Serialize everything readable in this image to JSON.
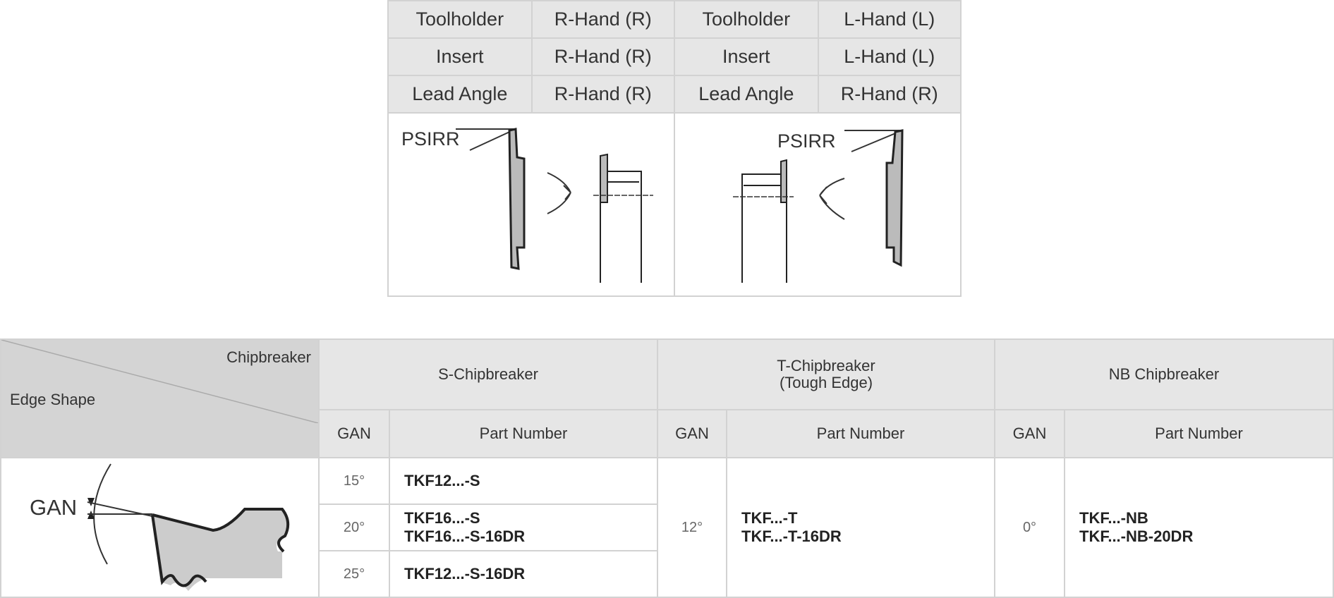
{
  "top_table": {
    "rows": [
      [
        "Toolholder",
        "R-Hand (R)",
        "Toolholder",
        "L-Hand (L)"
      ],
      [
        "Insert",
        "R-Hand (R)",
        "Insert",
        "L-Hand (L)"
      ],
      [
        "Lead Angle",
        "R-Hand (R)",
        "Lead Angle",
        "R-Hand (R)"
      ]
    ],
    "diagram_label": "PSIRR"
  },
  "bottom_table": {
    "corner_top": "Chipbreaker",
    "corner_bottom": "Edge Shape",
    "edge_label": "GAN",
    "groups": [
      "S-Chipbreaker",
      "T-Chipbreaker",
      "(Tough Edge)",
      "NB Chipbreaker"
    ],
    "gan_header": "GAN",
    "part_header": "Part Number",
    "s": [
      {
        "gan": "15°",
        "parts": [
          "TKF12...-S"
        ]
      },
      {
        "gan": "20°",
        "parts": [
          "TKF16...-S",
          "TKF16...-S-16DR"
        ]
      },
      {
        "gan": "25°",
        "parts": [
          "TKF12...-S-16DR"
        ]
      }
    ],
    "t": {
      "gan": "12°",
      "parts": [
        "TKF...-T",
        "TKF...-T-16DR"
      ]
    },
    "nb": {
      "gan": "0°",
      "parts": [
        "TKF...-NB",
        "TKF...-NB-20DR"
      ]
    }
  }
}
